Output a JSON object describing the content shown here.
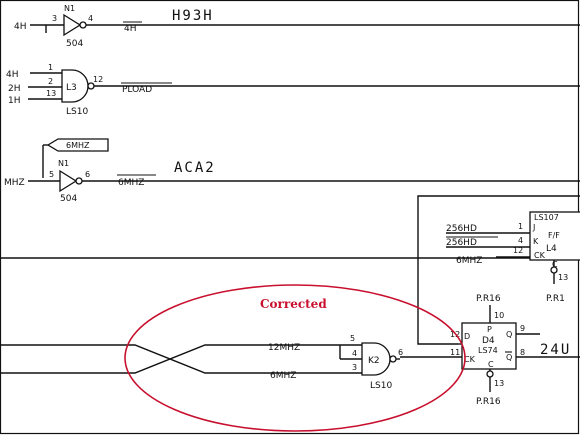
{
  "annotation": {
    "corrected_label": "Corrected",
    "color": "#c8102e"
  },
  "signals": {
    "in_4h_top": "4H",
    "out_4h_bar": "4H",
    "h93h": "H93H",
    "in_4h": "4H",
    "in_2h": "2H",
    "in_1h": "1H",
    "pload": "PLOAD",
    "tag_6mhz": "6MHZ",
    "in_mhz": "MHZ",
    "out_6mhz_bar": "6MHZ",
    "aca2": "ACA2",
    "in_12mhz": "12MHZ",
    "in_6mhz": "6MHZ",
    "ff_256hd": "256HD",
    "ff_256hd_bar": "256HD",
    "ff_6mhz": "6MHZ",
    "out_24u": "24U"
  },
  "components": {
    "n1_top": {
      "name": "N1",
      "type": "504",
      "pin_in": "3",
      "pin_out": "4"
    },
    "l3": {
      "name": "L3",
      "type": "LS10",
      "pins": [
        "1",
        "2",
        "13"
      ],
      "pin_out": "12"
    },
    "n1_mid": {
      "name": "N1",
      "type": "504",
      "pin_in": "5",
      "pin_out": "6"
    },
    "k2": {
      "name": "K2",
      "type": "LS10",
      "pins": [
        "5",
        "4",
        "3"
      ],
      "pin_out": "6"
    },
    "d4": {
      "name": "D4",
      "type": "LS74",
      "pin_p": "P",
      "pin_c": "C",
      "pin_d": "D",
      "pin_ck": "CK",
      "pin_q": "Q",
      "pin_qbar": "Q",
      "num_top": "10",
      "num_d": "12",
      "num_ck": "11",
      "num_q": "9",
      "num_qbar": "8",
      "num_bot": "13",
      "pr_top": "P.R16",
      "pr_bot": "P.R16"
    },
    "l4": {
      "name": "L4",
      "type": "LS107",
      "subtitle": "F/F",
      "pin_j": "J",
      "pin_k": "K",
      "pin_ck": "CK",
      "pin_c": "C",
      "num_j": "1",
      "num_k": "4",
      "num_ck": "12",
      "num_c": "13",
      "pr_bot": "P.R1"
    }
  }
}
